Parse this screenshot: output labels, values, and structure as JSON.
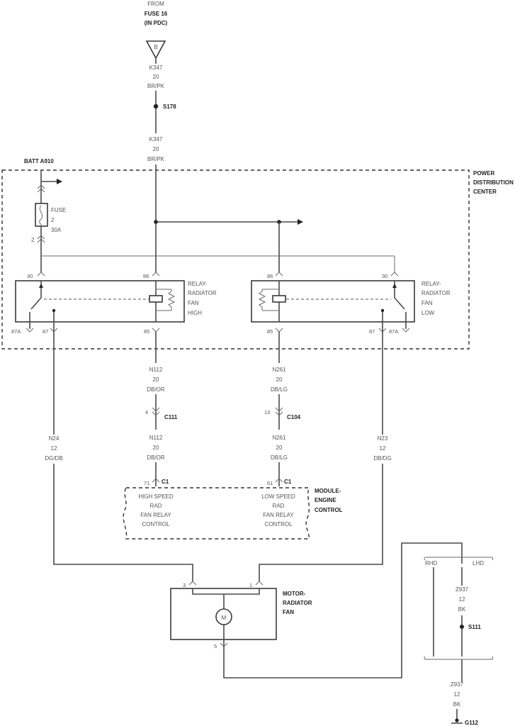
{
  "source": {
    "from": "FROM",
    "fuse": "FUSE 16",
    "pdc": "(IN PDC)",
    "connector_letter": "B"
  },
  "wire_k347_top": {
    "circuit": "K347",
    "gauge": "20",
    "color": "BR/PK"
  },
  "splice_s178": "S178",
  "wire_k347_bottom": {
    "circuit": "K347",
    "gauge": "20",
    "color": "BR/PK"
  },
  "batt": "BATT A910",
  "pdc_label": [
    "POWER",
    "DISTRIBUTION",
    "CENTER"
  ],
  "fuse": {
    "label": "FUSE",
    "number": "2",
    "rating": "30A",
    "pin": "2"
  },
  "relay_high": {
    "label": [
      "RELAY-",
      "RADIATOR",
      "FAN",
      "HIGH"
    ],
    "pin_30": "30",
    "pin_86": "86",
    "pin_87a": "87A",
    "pin_87": "87",
    "pin_85": "85"
  },
  "relay_low": {
    "label": [
      "RELAY-",
      "RADIATOR",
      "FAN",
      "LOW"
    ],
    "pin_86": "86",
    "pin_30": "30",
    "pin_85": "85",
    "pin_87": "87",
    "pin_87a": "87A"
  },
  "wire_n112_top": {
    "circuit": "N112",
    "gauge": "20",
    "color": "DB/OR"
  },
  "c111": {
    "pin": "4",
    "name": "C111"
  },
  "wire_n112_bottom": {
    "circuit": "N112",
    "gauge": "20",
    "color": "DB/OR"
  },
  "wire_n261_top": {
    "circuit": "N261",
    "gauge": "20",
    "color": "DB/LG"
  },
  "c104": {
    "pin": "13",
    "name": "C104"
  },
  "wire_n261_bottom": {
    "circuit": "N261",
    "gauge": "20",
    "color": "DB/LG"
  },
  "wire_n24": {
    "circuit": "N24",
    "gauge": "12",
    "color": "DG/DB"
  },
  "wire_n23": {
    "circuit": "N23",
    "gauge": "12",
    "color": "DB/DG"
  },
  "pcm": {
    "pin_high": "71",
    "pin_low": "61",
    "connector": "C1",
    "high_text": [
      "HIGH SPEED",
      "RAD",
      "FAN RELAY",
      "CONTROL"
    ],
    "low_text": [
      "LOW SPEED",
      "RAD",
      "FAN RELAY",
      "CONTROL"
    ],
    "label": [
      "MODULE-",
      "ENGINE",
      "CONTROL"
    ]
  },
  "motor": {
    "label": [
      "MOTOR-",
      "RADIATOR",
      "FAN"
    ],
    "pin_left": "3",
    "pin_right": "1",
    "pin_bottom": "5",
    "symbol": "M"
  },
  "ground": {
    "rhd": "RHD",
    "lhd": "LHD",
    "wire_top": {
      "circuit": "Z937",
      "gauge": "12",
      "color": "BK"
    },
    "splice": "S111",
    "wire_bottom": {
      "circuit": "Z937",
      "gauge": "12",
      "color": "BK"
    },
    "ground_id": "G112"
  }
}
